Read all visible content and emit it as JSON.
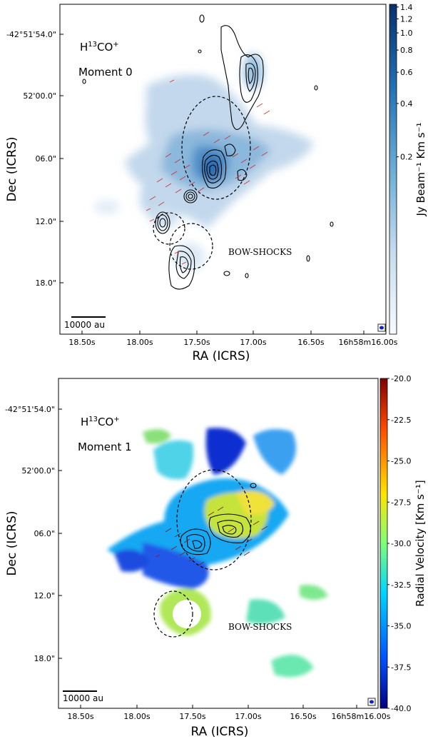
{
  "panels": [
    {
      "molecule": "H",
      "molecule_sup": "13",
      "molecule_rest": "CO",
      "molecule_charge": "+",
      "moment": "Moment 0",
      "annotation": "BOW-SHOCKS",
      "scalebar": "10000 au",
      "ylabel": "Dec (ICRS)",
      "xlabel": "RA (ICRS)",
      "yticks": [
        "-42°51'54.0\"",
        "52'00.0\"",
        "06.0\"",
        "12.0\"",
        "18.0\""
      ],
      "xticks": [
        "18.50s",
        "18.00s",
        "17.50s",
        "17.00s",
        "16.50s",
        "16h58m16.00s"
      ],
      "colorbar_label": "Jy Beam⁻¹ Km s⁻¹",
      "colorbar_ticks": [
        "1.4",
        "1.2",
        "1.0",
        "0.8",
        "0.6",
        "0.4",
        "0.2"
      ],
      "colorbar_tick_values": [
        1.4,
        1.2,
        1.0,
        0.8,
        0.6,
        0.4,
        0.2
      ],
      "colorbar_range": [
        0.02,
        1.45
      ],
      "colormap": [
        "#f7fbff",
        "#c6dbef",
        "#6baed6",
        "#2171b5",
        "#08306b"
      ]
    },
    {
      "molecule": "H",
      "molecule_sup": "13",
      "molecule_rest": "CO",
      "molecule_charge": "+",
      "moment": "Moment 1",
      "annotation": "BOW-SHOCKS",
      "scalebar": "10000 au",
      "ylabel": "Dec (ICRS)",
      "xlabel": "RA (ICRS)",
      "yticks": [
        "-42°51'54.0\"",
        "52'00.0\"",
        "06.0\"",
        "12.0\"",
        "18.0\""
      ],
      "xticks": [
        "18.50s",
        "18.00s",
        "17.50s",
        "17.00s",
        "16.50s",
        "16h58m16.00s"
      ],
      "colorbar_label": "Radial Velocity [Km s⁻¹]",
      "colorbar_ticks": [
        "-20.0",
        "-22.5",
        "-25.0",
        "-27.5",
        "-30.0",
        "-32.5",
        "-35.0",
        "-37.5",
        "-40.0"
      ],
      "colorbar_tick_values": [
        -20.0,
        -22.5,
        -25.0,
        -27.5,
        -30.0,
        -32.5,
        -35.0,
        -37.5,
        -40.0
      ],
      "colorbar_range": [
        -40.0,
        -20.0
      ],
      "colormap": [
        "#00007f",
        "#0050ff",
        "#00d5ff",
        "#7dff7a",
        "#ffe500",
        "#ff4a00",
        "#7f0000"
      ]
    }
  ]
}
